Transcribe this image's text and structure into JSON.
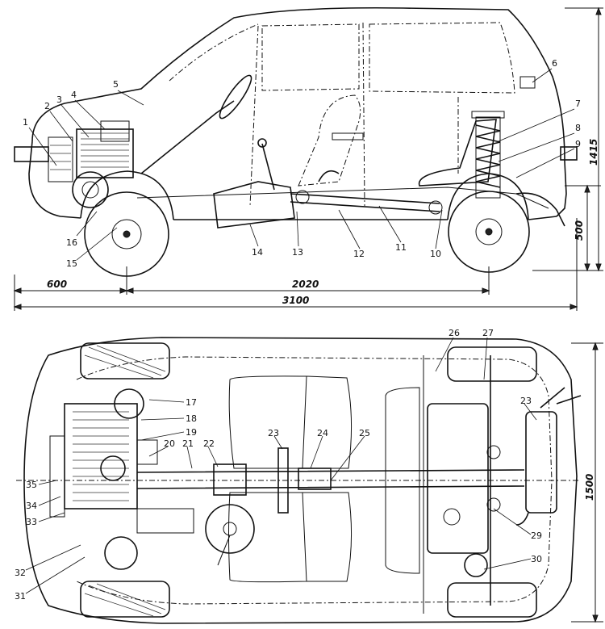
{
  "side_view": {
    "callouts": [
      {
        "id": "c1",
        "text": "1"
      },
      {
        "id": "c2",
        "text": "2"
      },
      {
        "id": "c3",
        "text": "3"
      },
      {
        "id": "c4",
        "text": "4"
      },
      {
        "id": "c5",
        "text": "5"
      },
      {
        "id": "c6",
        "text": "6"
      },
      {
        "id": "c7",
        "text": "7"
      },
      {
        "id": "c8",
        "text": "8"
      },
      {
        "id": "c9",
        "text": "9"
      },
      {
        "id": "c10",
        "text": "10"
      },
      {
        "id": "c11",
        "text": "11"
      },
      {
        "id": "c12",
        "text": "12"
      },
      {
        "id": "c13",
        "text": "13"
      },
      {
        "id": "c14",
        "text": "14"
      },
      {
        "id": "c15",
        "text": "15"
      },
      {
        "id": "c16",
        "text": "16"
      }
    ],
    "dimensions": {
      "front_overhang": "600",
      "wheelbase": "2020",
      "overall_length": "3100",
      "overall_height": "1415",
      "floor_height": "500"
    }
  },
  "top_view": {
    "callouts": [
      {
        "id": "c17",
        "text": "17"
      },
      {
        "id": "c18",
        "text": "18"
      },
      {
        "id": "c19",
        "text": "19"
      },
      {
        "id": "c20",
        "text": "20"
      },
      {
        "id": "c21",
        "text": "21"
      },
      {
        "id": "c22",
        "text": "22"
      },
      {
        "id": "c23a",
        "text": "23"
      },
      {
        "id": "c24",
        "text": "24"
      },
      {
        "id": "c25",
        "text": "25"
      },
      {
        "id": "c26",
        "text": "26"
      },
      {
        "id": "c27",
        "text": "27"
      },
      {
        "id": "c23b",
        "text": "23"
      },
      {
        "id": "c29",
        "text": "29"
      },
      {
        "id": "c30",
        "text": "30"
      },
      {
        "id": "c31",
        "text": "31"
      },
      {
        "id": "c32",
        "text": "32"
      },
      {
        "id": "c33",
        "text": "33"
      },
      {
        "id": "c34",
        "text": "34"
      },
      {
        "id": "c35",
        "text": "35"
      }
    ],
    "dimensions": {
      "overall_width": "1500"
    }
  }
}
